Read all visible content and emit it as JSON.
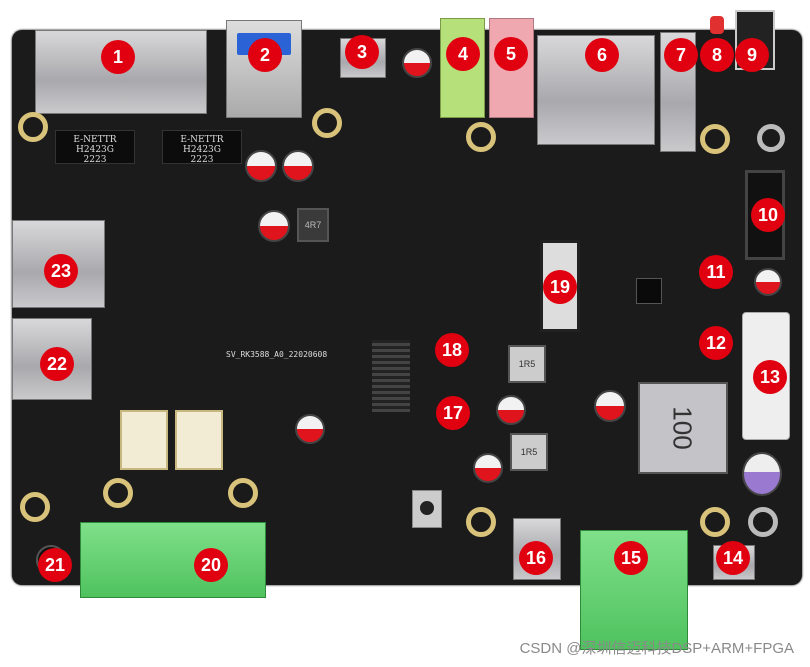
{
  "board": {
    "silkscreen": "SV_RK3588_A0_22020608",
    "transformer_chips": [
      {
        "brand": "E-NETTR",
        "part": "H2423G",
        "code": "2223"
      },
      {
        "brand": "E-NETTR",
        "part": "H2423G",
        "code": "2223"
      }
    ],
    "inductor_large": "100",
    "inductor_small": "4R7",
    "inductor_mid": "1R5"
  },
  "callouts": [
    "1",
    "2",
    "3",
    "4",
    "5",
    "6",
    "7",
    "8",
    "9",
    "10",
    "11",
    "12",
    "13",
    "14",
    "15",
    "16",
    "17",
    "18",
    "19",
    "20",
    "21",
    "22",
    "23"
  ],
  "watermark": "CSDN @深圳信迈科技DSP+ARM+FPGA"
}
